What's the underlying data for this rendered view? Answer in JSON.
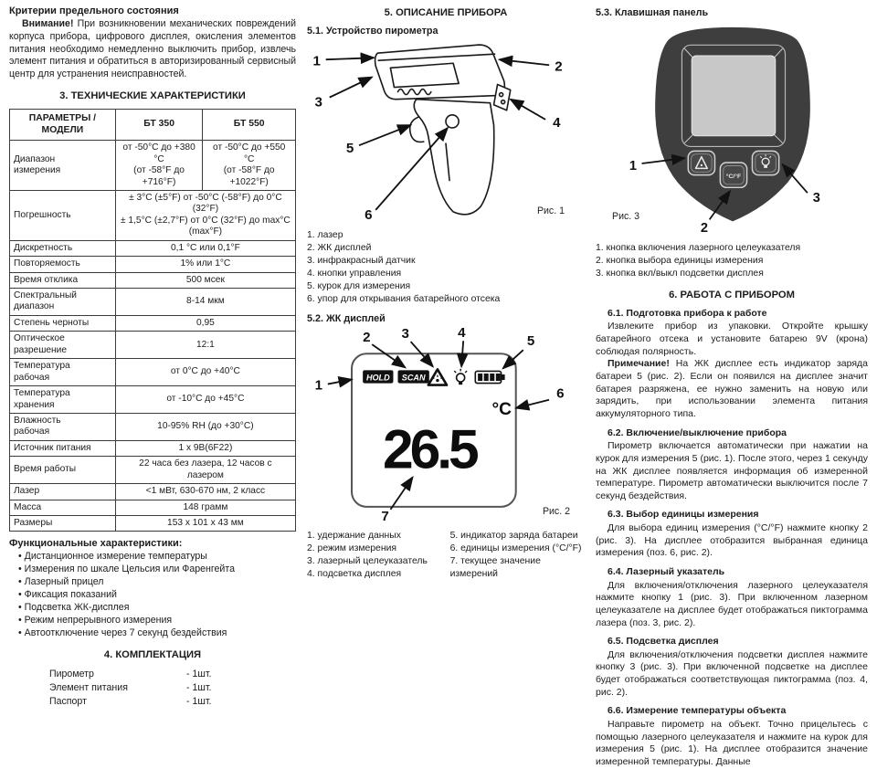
{
  "colors": {
    "keypad_body": "#3e3e3e",
    "keypad_screen": "#c8c8c8",
    "lcd_badge": "#111111",
    "text": "#1c1c1c"
  },
  "icons": {
    "laser_warning": "laser-warning-triangle",
    "backlight": "backlight-bulb",
    "battery": "battery-level"
  },
  "left": {
    "criteria_title": "Критерии предельного состояния",
    "warning_label": "Внимание!",
    "warning_text": "При возникновении механических повреждений корпуса прибора, цифрового дисплея, окисления элементов питания необходимо немедленно выключить прибор, извлечь элемент питания и обратиться в авторизированный сервисный центр для устранения неисправностей.",
    "tech_title": "3. ТЕХНИЧЕСКИЕ ХАРАКТЕРИСТИКИ",
    "table": {
      "headers": [
        "ПАРАМЕТРЫ /\nМОДЕЛИ",
        "БТ 350",
        "БТ 550"
      ],
      "rows": [
        {
          "param": "Диапазон\nизмерения",
          "bt350": "от -50°C до +380 °C\n(от -58°F до +716°F)",
          "bt550": "от -50°C до +550 °C\n(от -58°F до +1022°F)"
        },
        {
          "param": "Погрешность",
          "value": "± 3°C (±5°F) от -50°C (-58°F) до 0°C (32°F)\n± 1,5°C (±2,7°F) от 0°C (32°F) до max°C (max°F)"
        },
        {
          "param": "Дискретность",
          "value": "0,1 °C или 0,1°F"
        },
        {
          "param": "Повторяемость",
          "value": "1% или 1°C"
        },
        {
          "param": "Время отклика",
          "value": "500 мсек"
        },
        {
          "param": "Спектральный\nдиапазон",
          "value": "8-14 мкм"
        },
        {
          "param": "Степень черноты",
          "value": "0,95"
        },
        {
          "param": "Оптическое\nразрешение",
          "value": "12:1"
        },
        {
          "param": "Температура\nрабочая",
          "value": "от 0°C до +40°C"
        },
        {
          "param": "Температура\nхранения",
          "value": "от -10°C до +45°C"
        },
        {
          "param": "Влажность\nрабочая",
          "value": "10-95% RH (до +30°C)"
        },
        {
          "param": "Источник питания",
          "value": "1 х 9В(6F22)"
        },
        {
          "param": "Время работы",
          "value": "22 часа без лазера, 12 часов с лазером"
        },
        {
          "param": "Лазер",
          "value": "<1 мВт, 630-670 нм, 2 класс"
        },
        {
          "param": "Масса",
          "value": "148 грамм"
        },
        {
          "param": "Размеры",
          "value": "153 х 101 х 43 мм"
        }
      ]
    },
    "func_title": "Функциональные характеристики:",
    "func_items": [
      "Дистанционное измерение температуры",
      "Измерения по шкале Цельсия или Фаренгейта",
      "Лазерный прицел",
      "Фиксация показаний",
      "Подсветка ЖК-дисплея",
      "Режим непрерывного измерения",
      "Автоотключение через 7 секунд бездействия"
    ],
    "kit_title": "4. КОМПЛЕКТАЦИЯ",
    "kit_items": [
      {
        "name": "Пирометр",
        "qty": "- 1шт."
      },
      {
        "name": "Элемент питания",
        "qty": "- 1шт."
      },
      {
        "name": "Паспорт",
        "qty": "- 1шт."
      }
    ]
  },
  "middle": {
    "section5_title": "5. ОПИСАНИЕ ПРИБОРА",
    "s51_title": "5.1. Устройство пирометра",
    "fig1_caption": "Рис. 1",
    "fig1_nums": [
      "1",
      "2",
      "3",
      "4",
      "5",
      "6"
    ],
    "fig1_legend": [
      "1. лазер",
      "2. ЖК дисплей",
      "3. инфракрасный датчик",
      "4. кнопки управления",
      "5. курок для измерения",
      "6. упор для открывания батарейного отсека"
    ],
    "s52_title": "5.2. ЖК дисплей",
    "lcd": {
      "hold": "HOLD",
      "scan": "SCAN",
      "value": "26.5",
      "unit": "°C"
    },
    "fig2_caption": "Рис. 2",
    "fig2_nums": [
      "1",
      "2",
      "3",
      "4",
      "5",
      "6",
      "7"
    ],
    "fig2_legend_left": [
      "1. удержание данных",
      "2. режим измерения",
      "3. лазерный целеуказатель",
      "4. подсветка дисплея"
    ],
    "fig2_legend_right": [
      "5. индикатор заряда батареи",
      "6. единицы измерения (°C/°F)",
      "7. текущее значение измерений"
    ]
  },
  "right": {
    "s53_title": "5.3. Клавишная панель",
    "fig3_caption": "Рис. 3",
    "fig3_nums": [
      "1",
      "2",
      "3"
    ],
    "keypad_center_label": "°C/°F",
    "fig3_legend": [
      "1. кнопка включения лазерного целеуказателя",
      "2. кнопка выбора единицы измерения",
      "3. кнопка вкл/выкл подсветки дисплея"
    ],
    "section6_title": "6. РАБОТА С ПРИБОРОМ",
    "s61_title": "6.1. Подготовка прибора к работе",
    "s61_p1": "Извлеките прибор из упаковки. Откройте крышку батарейного отсека и установите батарею 9V (крона) соблюдая полярность.",
    "s61_note_label": "Примечание!",
    "s61_note": "На ЖК дисплее есть индикатор заряда батареи 5 (рис. 2). Если он появился на дисплее значит батарея разряжена, ее нужно заменить на новую или зарядить, при использовании элемента питания аккумуляторного типа.",
    "s62_title": "6.2. Включение/выключение прибора",
    "s62_p": "Пирометр включается автоматически при нажатии на курок для измерения 5 (рис. 1). После этого, через 1 секунду на ЖК дисплее появляется информация об измеренной температуре. Пирометр автоматически выключится после 7 секунд бездействия.",
    "s63_title": "6.3. Выбор единицы измерения",
    "s63_p": "Для выбора единиц измерения (°C/°F) нажмите кнопку 2 (рис. 3). На дисплее отобразится выбранная единица измерения (поз. 6, рис. 2).",
    "s64_title": "6.4. Лазерный указатель",
    "s64_p": "Для включения/отключения лазерного целеуказателя нажмите кнопку 1 (рис. 3). При включенном лазерном целеуказателе на дисплее будет отображаться пиктограмма лазера (поз. 3, рис. 2).",
    "s65_title": "6.5. Подсветка дисплея",
    "s65_p": "Для включения/отключения подсветки дисплея нажмите кнопку 3 (рис. 3). При включенной подсветке на дисплее будет отображаться соответствующая пиктограмма (поз. 4, рис. 2).",
    "s66_title": "6.6. Измерение температуры объекта",
    "s66_p": "Направьте пирометр на объект. Точно прицельтесь с помощью лазерного целеуказателя и нажмите на курок для измерения 5 (рис. 1). На дисплее отобразится значение измеренной температуры. Данные"
  }
}
